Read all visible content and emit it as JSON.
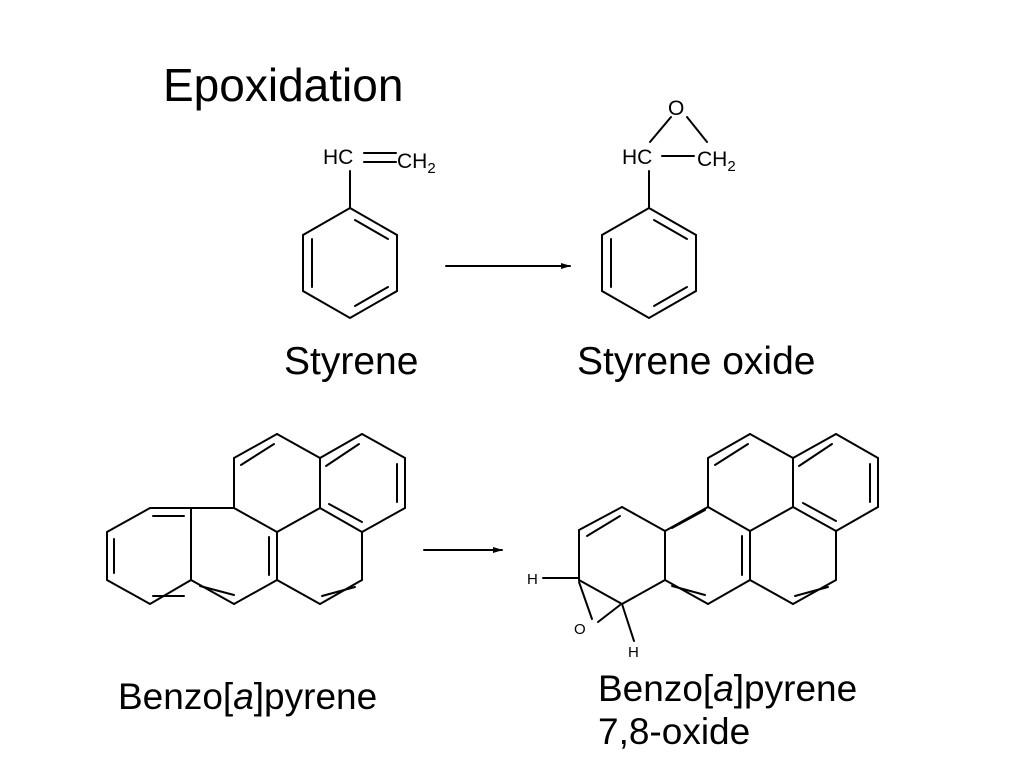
{
  "slide": {
    "title": "Epoxidation",
    "reactions": [
      {
        "reactant": {
          "name": "Styrene",
          "atom_labels": {
            "ch": "HC",
            "ch2_base": "CH",
            "ch2_sub": "2"
          }
        },
        "product": {
          "name": "Styrene oxide",
          "atom_labels": {
            "o": "O",
            "ch": "HC",
            "ch2_base": "CH",
            "ch2_sub": "2"
          }
        }
      },
      {
        "reactant": {
          "name_parts": {
            "prefix": "Benzo[",
            "italic": "a",
            "suffix": "]pyrene"
          }
        },
        "product": {
          "name_parts": {
            "prefix": "Benzo[",
            "italic": "a",
            "suffix": "]pyrene",
            "line2": "7,8-oxide"
          },
          "atom_labels": {
            "h1": "H",
            "h2": "H",
            "o": "O"
          }
        }
      }
    ]
  }
}
